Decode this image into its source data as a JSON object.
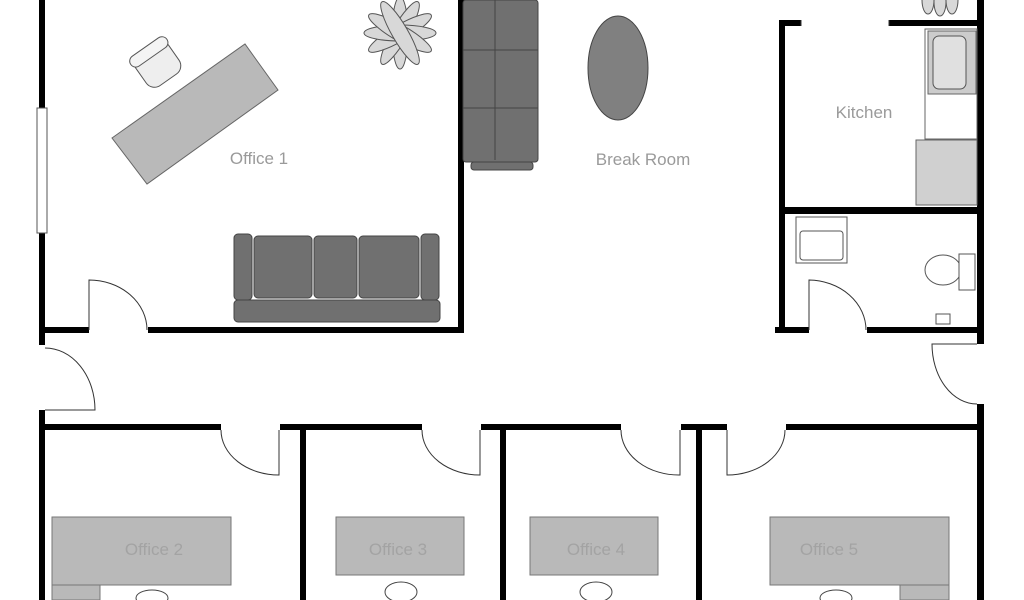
{
  "rooms": {
    "office1": "Office 1",
    "break_room": "Break Room",
    "kitchen": "Kitchen",
    "office2": "Office 2",
    "office3": "Office 3",
    "office4": "Office 4",
    "office5": "Office 5"
  },
  "colors": {
    "wall": "#000000",
    "furniture": "#b9b9b9",
    "sofa": "#707070",
    "label": "#9a9a9a"
  }
}
